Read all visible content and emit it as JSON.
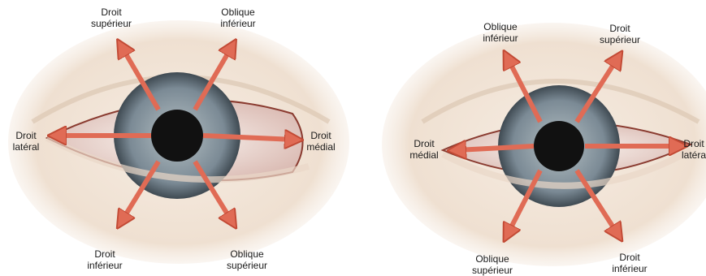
{
  "colors": {
    "arrow": "#e06b55",
    "arrow_stroke": "#c24a35",
    "skin": "#f1e5d8",
    "skin_shadow": "#d9c3ad",
    "sclera": "#f4ece6",
    "iris": "#8a98a3",
    "iris_dark": "#4f5b63",
    "pupil": "#111111",
    "lid_line": "#8a3b30"
  },
  "left_eye": {
    "labels": {
      "top_left": {
        "line1": "Droit",
        "line2": "supérieur"
      },
      "top_right": {
        "line1": "Oblique",
        "line2": "inférieur"
      },
      "mid_left": {
        "line1": "Droit",
        "line2": "latéral"
      },
      "mid_right": {
        "line1": "Droit",
        "line2": "médial"
      },
      "bottom_left": {
        "line1": "Droit",
        "line2": "inférieur"
      },
      "bottom_right": {
        "line1": "Oblique",
        "line2": "supérieur"
      }
    }
  },
  "right_eye": {
    "labels": {
      "top_left": {
        "line1": "Oblique",
        "line2": "inférieur"
      },
      "top_right": {
        "line1": "Droit",
        "line2": "supérieur"
      },
      "mid_left": {
        "line1": "Droit",
        "line2": "médial"
      },
      "mid_right": {
        "line1": "Droit",
        "line2": "latéra"
      },
      "bottom_left": {
        "line1": "Oblique",
        "line2": "supérieur"
      },
      "bottom_right": {
        "line1": "Droit",
        "line2": "inférieur"
      }
    }
  }
}
